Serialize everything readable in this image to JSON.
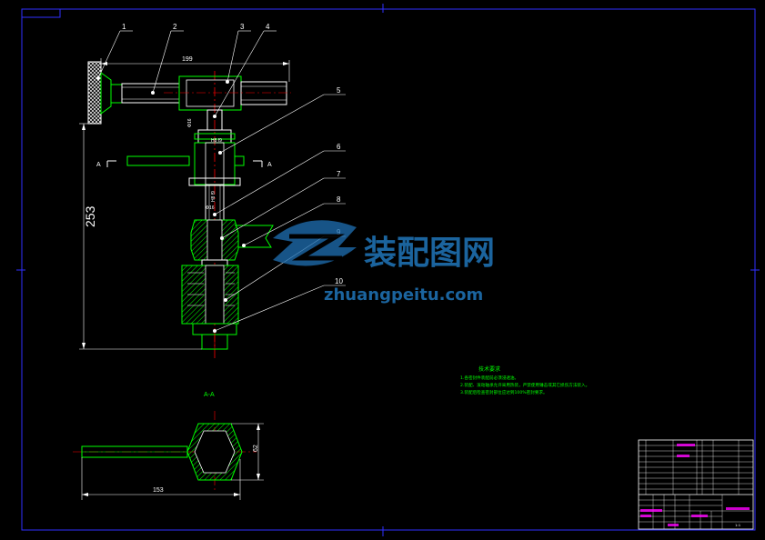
{
  "drawing": {
    "balloons": [
      "1",
      "2",
      "3",
      "4",
      "5",
      "6",
      "7",
      "8",
      "9",
      "10"
    ],
    "dimensions": {
      "top_width": "199",
      "total_height": "253",
      "section_width": "153",
      "section_height": "62",
      "dia_upper": "Φ16",
      "fit_upper": "H8 f9",
      "dia_lower": "Φ16",
      "fit_lower": "H8 f9"
    },
    "section_marks": {
      "left": "A",
      "right": "A",
      "section_title": "A-A"
    }
  },
  "watermark": {
    "cn_text": "装配图网",
    "url_text": "zhuangpeitu.com"
  },
  "tech_requirements": {
    "title": "技术要求",
    "items": [
      "1.各密封件装配前必须浸透油。",
      "2.装配、滚动轴承允许采用热装，严禁使用锤击或其它损伤方法装入。",
      "3.装配后检查密封部位应达到100%密封要求。"
    ]
  },
  "title_block": {
    "drawing_name": "",
    "scale": "",
    "sheet": "1:1"
  },
  "colors": {
    "background": "#000000",
    "frame": "#3030ff",
    "part_outline": "#ffffff",
    "part_green": "#00ff00",
    "centerline": "#ff0000",
    "dimension": "#ffffff",
    "magenta": "#ff00ff",
    "watermark": "#1f6fb0"
  }
}
